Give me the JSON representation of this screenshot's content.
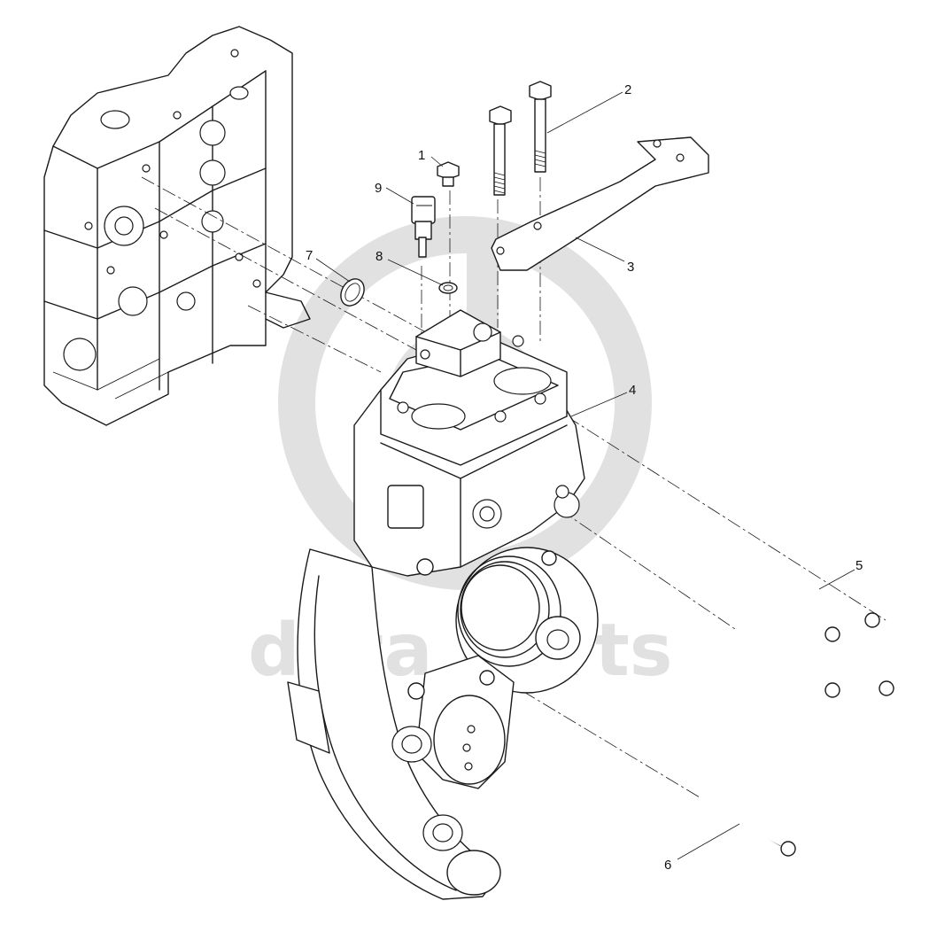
{
  "diagram": {
    "callouts": [
      "1",
      "2",
      "3",
      "4",
      "5",
      "6",
      "7",
      "8",
      "9"
    ]
  },
  "watermark": {
    "text": "data parts"
  },
  "colors": {
    "line": "#1a1a1a",
    "watermark": "#c9c9c9",
    "background": "#ffffff"
  }
}
